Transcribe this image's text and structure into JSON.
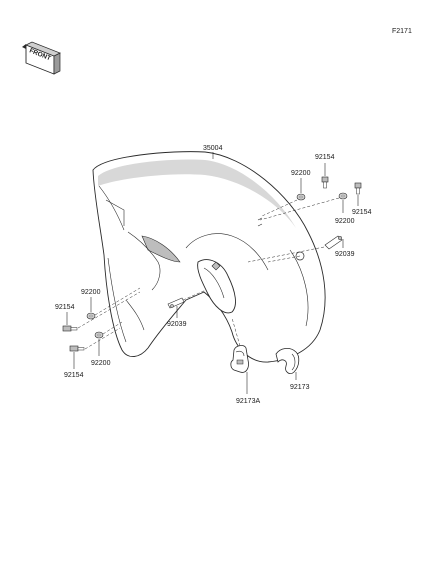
{
  "figure_code": "F2171",
  "front_badge": "FRONT",
  "callouts": {
    "fender": "35004",
    "washer_top": "92200",
    "bolt_top": "92154",
    "bolt_right": "92154",
    "washer_right": "92200",
    "clamp_right": "92039",
    "washer_left": "92200",
    "bolt_left": "92154",
    "clamp_center": "92039",
    "washer_left_low": "92200",
    "bolt_left_low": "92154",
    "bracket_a": "92173A",
    "bracket_b": "92173"
  }
}
